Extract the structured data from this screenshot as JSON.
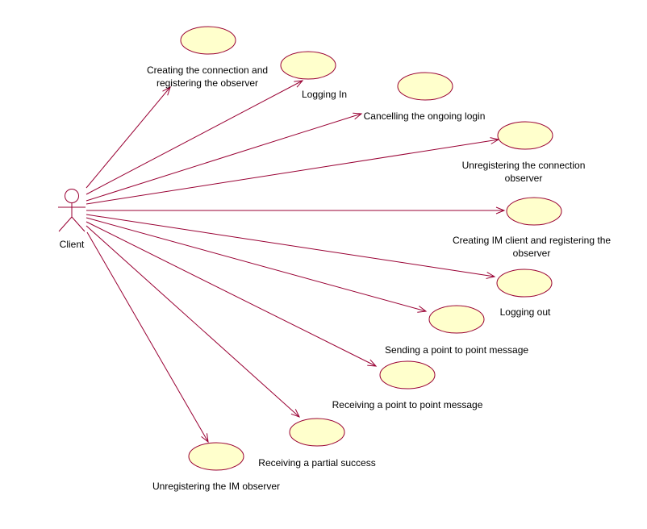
{
  "colors": {
    "usecase_fill": "#ffffcc",
    "usecase_stroke": "#990033",
    "line": "#990033",
    "text": "#000000"
  },
  "actor": {
    "name": "Client"
  },
  "usecases": [
    {
      "id": "uc-create-connection",
      "lines": [
        "Creating the connection and",
        "registering the observer"
      ]
    },
    {
      "id": "uc-logging-in",
      "lines": [
        "Logging In"
      ]
    },
    {
      "id": "uc-cancel-login",
      "lines": [
        "Cancelling the ongoing login"
      ]
    },
    {
      "id": "uc-unregister-connection",
      "lines": [
        "Unregistering the connection",
        "observer"
      ]
    },
    {
      "id": "uc-create-im-client",
      "lines": [
        "Creating IM client and registering the",
        "observer"
      ]
    },
    {
      "id": "uc-logging-out",
      "lines": [
        "Logging out"
      ]
    },
    {
      "id": "uc-send-p2p",
      "lines": [
        "Sending a point to point message"
      ]
    },
    {
      "id": "uc-receive-p2p",
      "lines": [
        "Receiving a point to point message"
      ]
    },
    {
      "id": "uc-partial-success",
      "lines": [
        "Receiving a partial success"
      ]
    },
    {
      "id": "uc-unregister-im",
      "lines": [
        "Unregistering the IM observer"
      ]
    }
  ]
}
